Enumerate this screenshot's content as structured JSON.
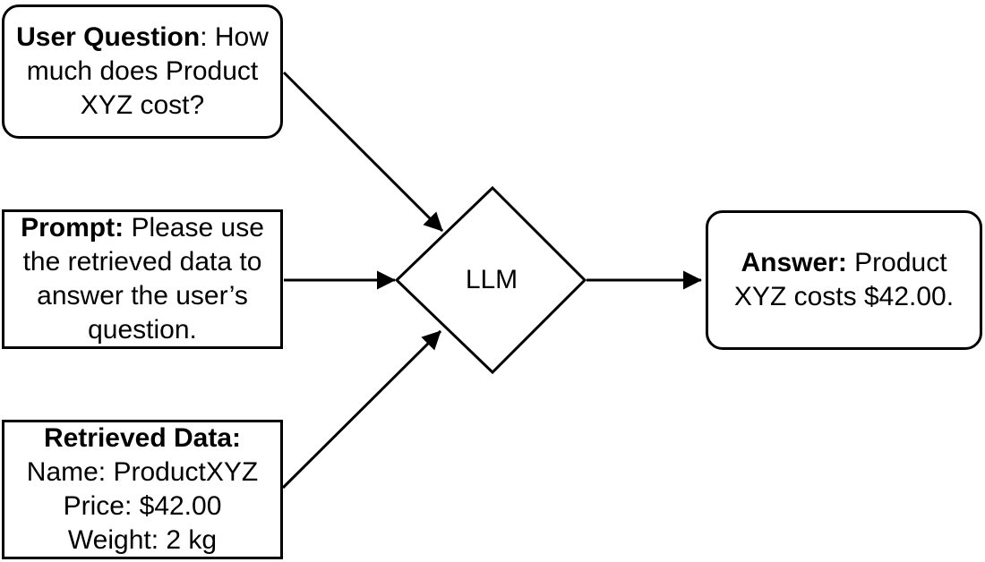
{
  "colors": {
    "stroke": "#000000",
    "node_fill": "#ffffff",
    "text": "#000000",
    "background": "#ffffff"
  },
  "diagram": {
    "nodes": {
      "user_question": {
        "shape": "rounded-rectangle",
        "lines": [
          {
            "b": "User Question",
            "t": ": How"
          },
          {
            "b": "",
            "t": "much does Product"
          },
          {
            "b": "",
            "t": "XYZ cost?"
          }
        ]
      },
      "prompt": {
        "shape": "rectangle",
        "lines": [
          {
            "b": "Prompt:",
            "t": " Please use"
          },
          {
            "b": "",
            "t": "the retrieved data to"
          },
          {
            "b": "",
            "t": "answer the user’s"
          },
          {
            "b": "",
            "t": "question."
          }
        ]
      },
      "retrieved_data": {
        "shape": "rectangle",
        "lines": [
          {
            "b": "Retrieved Data:",
            "t": ""
          },
          {
            "b": "",
            "t": "Name: ProductXYZ"
          },
          {
            "b": "",
            "t": "Price: $42.00"
          },
          {
            "b": "",
            "t": "Weight: 2 kg"
          }
        ]
      },
      "llm": {
        "shape": "diamond",
        "label": "LLM"
      },
      "answer": {
        "shape": "rounded-rectangle",
        "lines": [
          {
            "b": "Answer:",
            "t": " Product"
          },
          {
            "b": "",
            "t": "XYZ costs $42.00."
          }
        ]
      }
    },
    "edges": [
      {
        "from": "user_question",
        "to": "llm"
      },
      {
        "from": "prompt",
        "to": "llm"
      },
      {
        "from": "retrieved_data",
        "to": "llm"
      },
      {
        "from": "llm",
        "to": "answer"
      }
    ]
  }
}
